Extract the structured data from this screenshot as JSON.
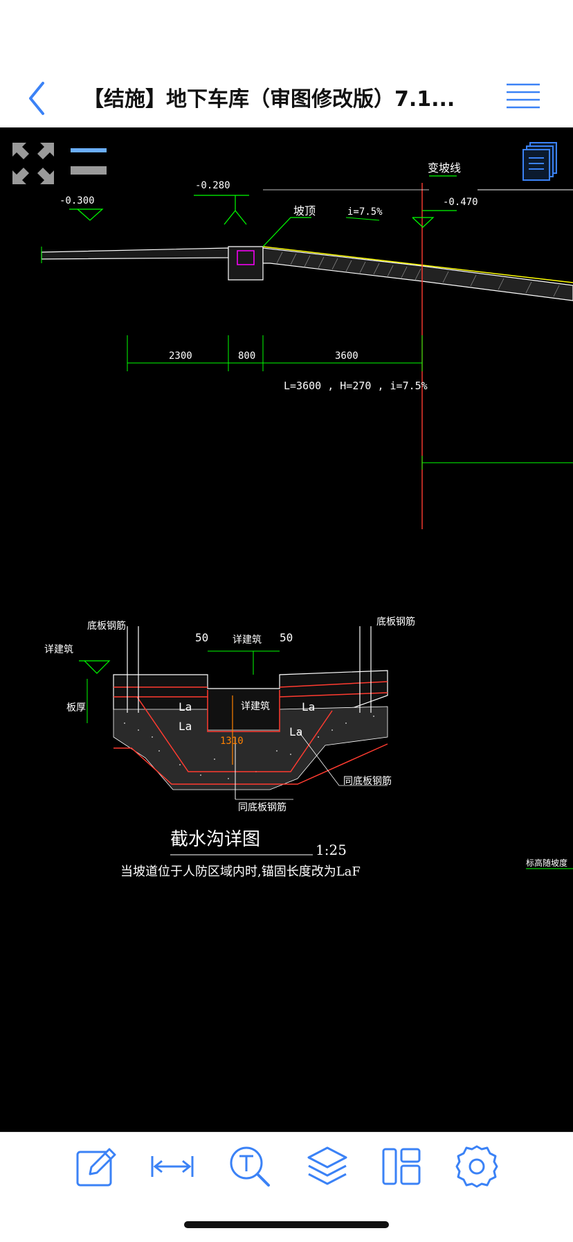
{
  "header": {
    "title": "【结施】地下车库（审图修改版）7.1..."
  },
  "colors": {
    "accent": "#3B82F6",
    "canvas_bg": "#000000",
    "cad_green": "#00FF00",
    "cad_red": "#FF3B30",
    "cad_white": "#FFFFFF",
    "cad_yellow": "#FFFF00",
    "cad_magenta": "#FF00FF",
    "cad_orange": "#FF8000"
  },
  "canvas_controls": {
    "fullscreen_icon": "expand-arrows-icon",
    "layers_toggle_icon": "two-bars-icon",
    "sheet_list_icon": "stacked-pages-icon"
  },
  "drawing": {
    "profile": {
      "elev_left": "-0.300",
      "elev_mid": "-0.280",
      "elev_right": "-0.470",
      "label_slope_top": "坡顶",
      "label_grade_change": "变坡线",
      "slope_label": "i=7.5%",
      "dim_1": "2300",
      "dim_2": "800",
      "dim_3": "3600",
      "ramp_spec": "L=3600 , H=270 , i=7.5%"
    },
    "detail": {
      "label_slab_rebar_left": "底板钢筋",
      "label_slab_rebar_right": "底板钢筋",
      "label_arch": "详建筑",
      "label_arch_top": "详建筑",
      "label_arch_center": "详建筑",
      "label_slab_thickness": "板厚",
      "dim_left": "50",
      "dim_right": "50",
      "dim_depth": "1310",
      "anchor_la": "La",
      "label_same_as_slab_1": "同底板钢筋",
      "label_same_as_slab_2": "同底板钢筋",
      "title": "截水沟详图",
      "scale": "1:25",
      "note": "当坡道位于人防区域内时,锚固长度改为LaF",
      "right_edge_label": "标高随坡度"
    }
  },
  "toolbar": {
    "tools": [
      {
        "name": "edit-tool",
        "icon": "pencil-icon"
      },
      {
        "name": "measure-tool",
        "icon": "measure-arrows-icon"
      },
      {
        "name": "text-search-tool",
        "icon": "text-search-icon"
      },
      {
        "name": "layers-tool",
        "icon": "layers-icon"
      },
      {
        "name": "layout-tool",
        "icon": "layout-icon"
      },
      {
        "name": "settings-tool",
        "icon": "gear-icon"
      }
    ]
  }
}
